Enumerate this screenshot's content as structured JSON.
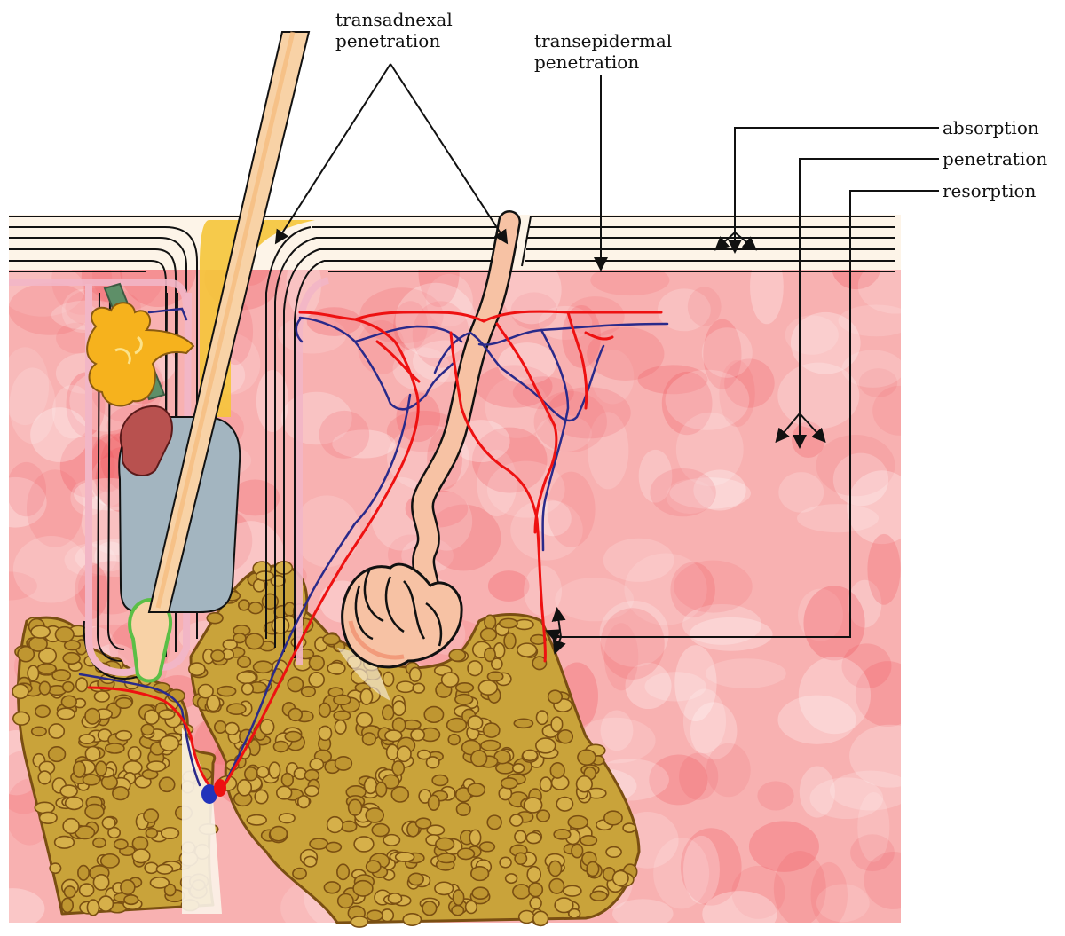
{
  "labels": {
    "transadnexal": [
      "transadnexal",
      "penetration"
    ],
    "transepidermal": [
      "transepidermal",
      "penetration"
    ],
    "absorption": "absorption",
    "penetration": "penetration",
    "resorption": "resorption"
  },
  "colors": {
    "dermis": "#f7a3a6",
    "dermis_blob": "#f0545c",
    "fat": "#c49a30",
    "fat_outline": "#7a4f12",
    "hair": "#f8d2a6",
    "artery": "#ee1111",
    "vein": "#2a2a8a",
    "sebum": "#f5c53a",
    "sebaceous_gland": "#f6b21d",
    "muscle": "#5e8f68",
    "bulb_sheath": "#a3b5c0",
    "sweat_gland": "#f7c2a4",
    "epidermis_fill": "#fdf4e8",
    "follicle_pink": "#f2b6c6"
  }
}
